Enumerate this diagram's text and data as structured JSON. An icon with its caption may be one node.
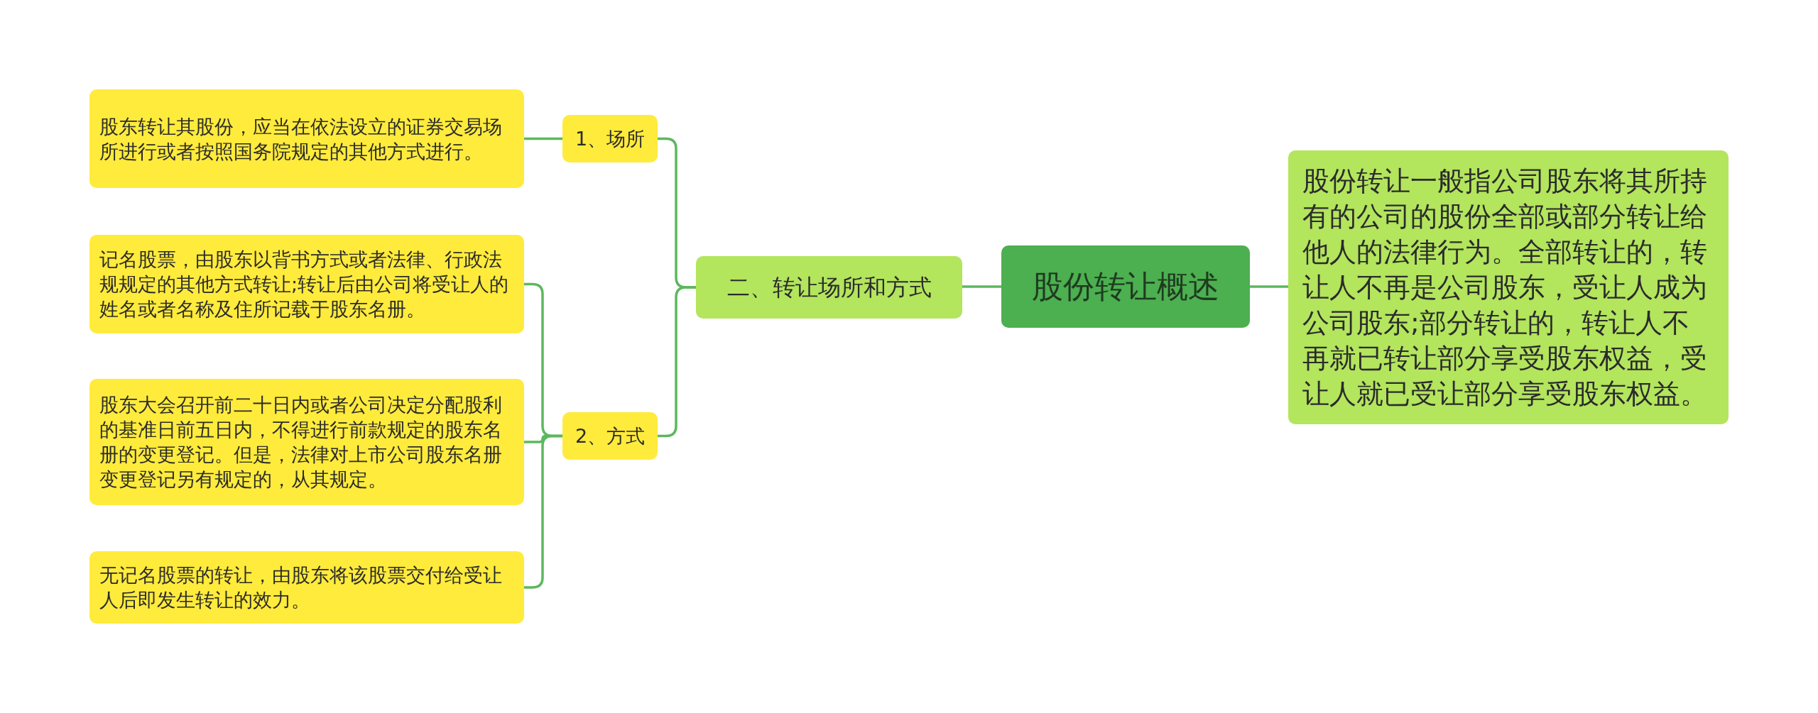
{
  "diagram": {
    "nodes": [
      {
        "text": [
          "股份转让概述"
        ]
      },
      {
        "text": [
          "股份转让一般指公司股东将其所持有的公司的股份全部或部分转让给他人的法律行为。全部转让的，转让人不再是公司股东，受让人成为公司股东;部分转让的，转让人不再就已转让部分享受股东权益，受让人就已受让部分享受股东权益。"
        ]
      },
      {
        "text": [
          "二、转让场所和方式"
        ]
      },
      {
        "text": [
          "1、场所"
        ]
      },
      {
        "text": [
          "股东转让其股份，应当在依法设立的证券交易场所进行或者按照国务院规定的其他方式进行。"
        ]
      },
      {
        "text": [
          "2、方式"
        ]
      },
      {
        "text": [
          "记名股票，由股东以背书方式或者法律、行政法规规定的其他方式转让;转让后由公司将受让人的姓名或者名称及住所记载于股东名册。"
        ]
      },
      {
        "text": [
          "股东大会召开前二十日内或者公司决定分配股利的基准日前五日内，不得进行前款规定的股东名册的变更登记。但是，法律对上市公司股东名册变更登记另有规定的，从其规定。"
        ]
      },
      {
        "text": [
          "无记名股票的转让，由股东将该股票交付给受让人后即发生转让的效力。"
        ]
      }
    ],
    "edges": [
      {
        "from": 0,
        "to": 1,
        "arrow": "none"
      },
      {
        "from": 0,
        "to": 2,
        "arrow": "none"
      },
      {
        "from": 2,
        "to": 3,
        "arrow": "none"
      },
      {
        "from": 2,
        "to": 5,
        "arrow": "none"
      },
      {
        "from": 3,
        "to": 4,
        "arrow": "none"
      },
      {
        "from": 5,
        "to": 6,
        "arrow": "none"
      },
      {
        "from": 5,
        "to": 7,
        "arrow": "none"
      },
      {
        "from": 5,
        "to": 8,
        "arrow": "none"
      }
    ]
  }
}
